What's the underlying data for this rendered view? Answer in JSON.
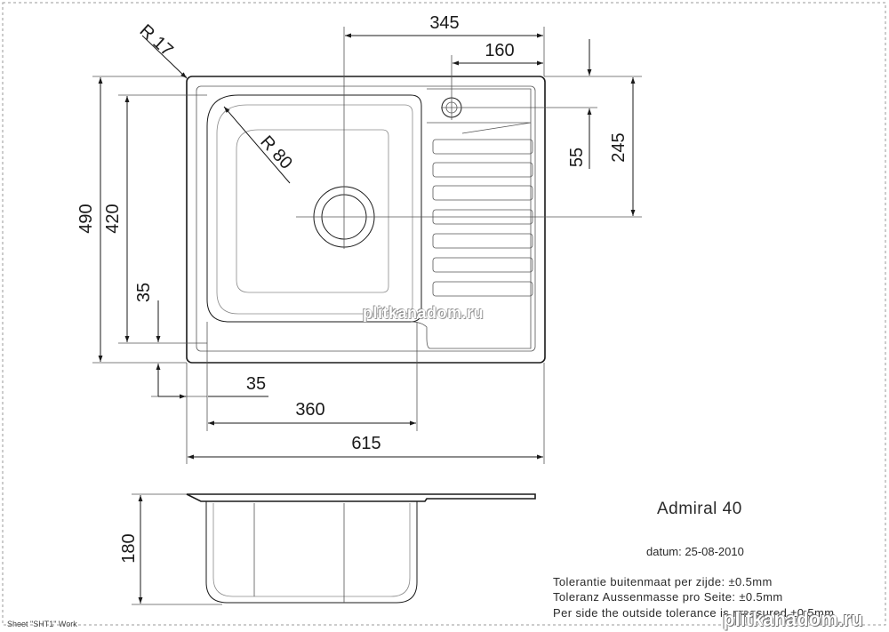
{
  "drawing": {
    "title": "Admiral 40",
    "datum": "datum: 25-08-2010",
    "tolerances": [
      "Tolerantie buitenmaat per zijde: ±0.5mm",
      "Toleranz Aussenmasse pro Seite: ±0.5mm",
      "Per side the outside tolerance is measured ±0.5mm"
    ],
    "sheet_label": "Sheet \"SHT1\" Work",
    "watermark": "plitkanadom.ru",
    "watermark_corner": "plitkanadom.ru"
  },
  "dimensions": {
    "width_total": "615",
    "width_bowl": "360",
    "offset_bottom": "35",
    "top_width": "345",
    "top_drainer": "160",
    "height_total": "490",
    "height_bowl": "420",
    "offset_left": "35",
    "tap_offset": "55",
    "drain_height": "245",
    "radius_corner": "R 17",
    "radius_bowl": "R 80",
    "depth": "180"
  }
}
